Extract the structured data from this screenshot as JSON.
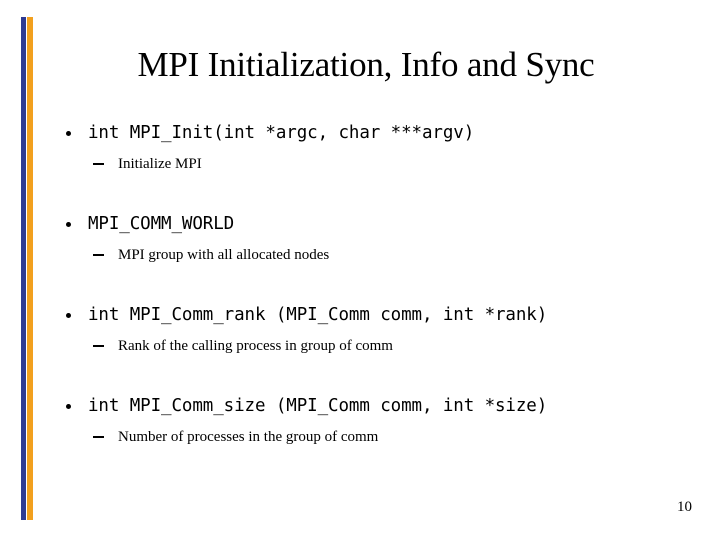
{
  "slide": {
    "title": "MPI Initialization, Info and Sync",
    "page_number": "10",
    "accent_blue": "#2E3A92",
    "accent_orange": "#F2A01E",
    "text_color": "#000000",
    "background": "#FFFFFF"
  },
  "bullets": [
    {
      "text": "int MPI_Init(int *argc, char ***argv)",
      "sub": "Initialize MPI"
    },
    {
      "text": "MPI_COMM_WORLD",
      "sub": "MPI group with all allocated nodes"
    },
    {
      "text": "int MPI_Comm_rank (MPI_Comm comm, int *rank)",
      "sub": "Rank of the calling process in group of comm"
    },
    {
      "text": "int MPI_Comm_size (MPI_Comm comm, int *size)",
      "sub": "Number of processes in the group of comm"
    }
  ]
}
